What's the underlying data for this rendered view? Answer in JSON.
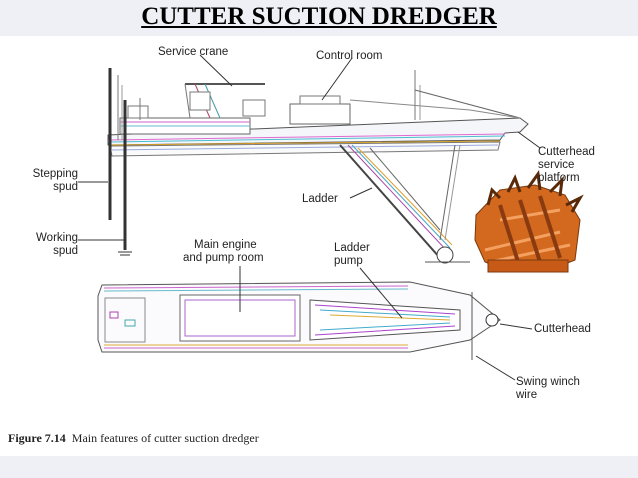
{
  "title": "CUTTER SUCTION DREDGER",
  "labels": {
    "service_crane": "Service crane",
    "control_room": "Control room",
    "cutterhead_service_platform": [
      "Cutterhead",
      "service",
      "platform"
    ],
    "stepping_spud": [
      "Stepping",
      "spud"
    ],
    "ladder": "Ladder",
    "working_spud": [
      "Working",
      "spud"
    ],
    "main_engine": [
      "Main engine",
      "and pump room"
    ],
    "ladder_pump": [
      "Ladder",
      "pump"
    ],
    "cutterhead": "Cutterhead",
    "swing_winch_wire": [
      "Swing winch",
      "wire"
    ]
  },
  "caption": {
    "figure": "Figure 7.14",
    "text": "Main features of cutter suction dredger"
  },
  "colors": {
    "band": "#eef0f6",
    "cutter_orange": "#d2691e",
    "line": "#333333"
  }
}
